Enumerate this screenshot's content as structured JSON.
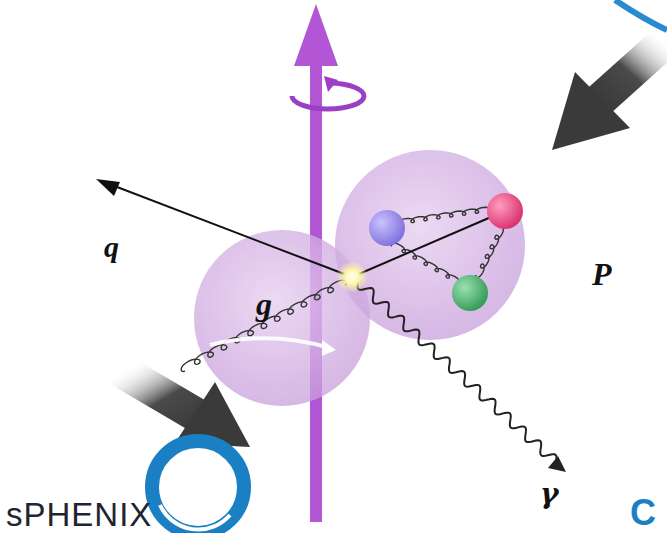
{
  "diagram": {
    "labels": [
      "q",
      "P",
      "g",
      "γ",
      "sPHENIX",
      "C"
    ]
  }
}
